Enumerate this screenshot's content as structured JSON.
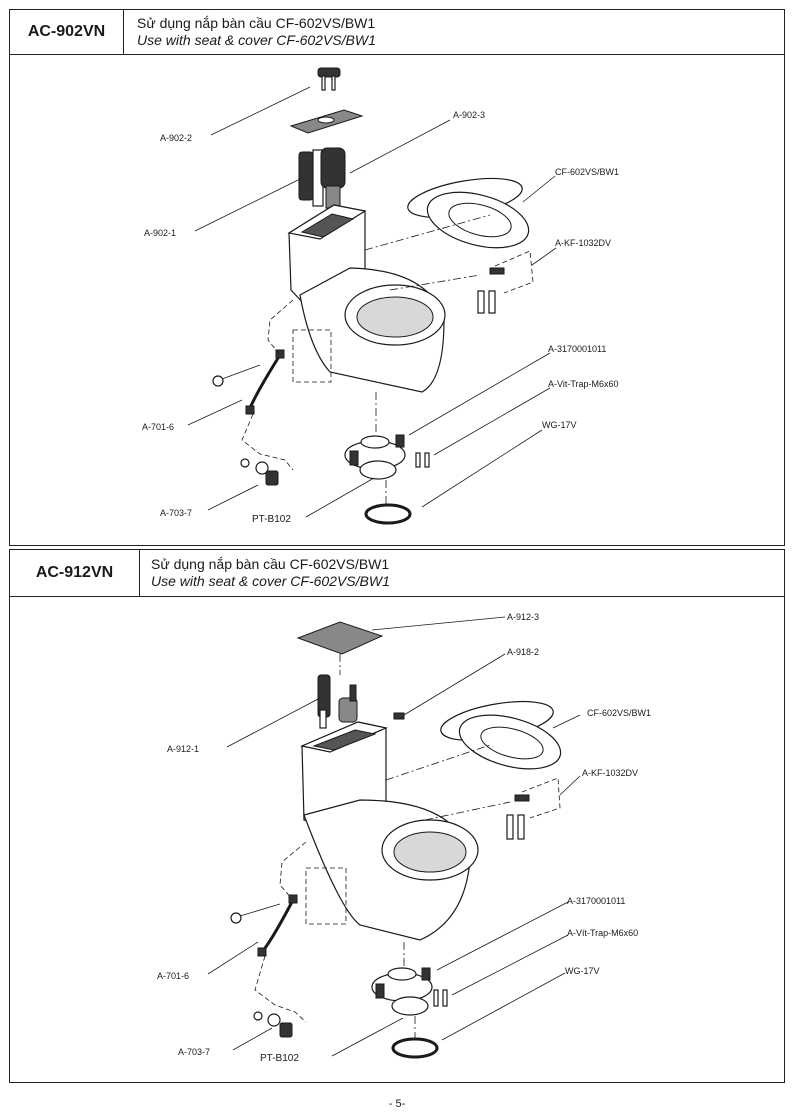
{
  "page_number": "- 5-",
  "sections": [
    {
      "model": "AC-902VN",
      "header_vi": "Sử dụng nắp bàn cầu CF-602VS/BW1",
      "header_en": "Use with seat & cover CF-602VS/BW1",
      "labels": {
        "button": "A-902-2",
        "flush": "A-902-3",
        "fill": "A-902-1",
        "seat": "CF-602VS/BW1",
        "hinge": "A-KF-1032DV",
        "hose": "A-701-6",
        "valve": "A-703-7",
        "flange": "A-3170001011",
        "screw": "A-Vit-Trap-M6x60",
        "ring": "WG-17V",
        "base": "PT-B102"
      }
    },
    {
      "model": "AC-912VN",
      "header_vi": "Sử dụng nắp bàn cầu CF-602VS/BW1",
      "header_en": "Use with seat & cover CF-602VS/BW1",
      "labels": {
        "lid": "A-912-3",
        "flush": "A-918-2",
        "fill": "A-912-1",
        "seat": "CF-602VS/BW1",
        "hinge": "A-KF-1032DV",
        "hose": "A-701-6",
        "valve": "A-703-7",
        "flange": "A-3170001011",
        "screw": "A-Vít-Trap-M6x60",
        "ring": "WG-17V",
        "base": "PT-B102"
      }
    }
  ]
}
